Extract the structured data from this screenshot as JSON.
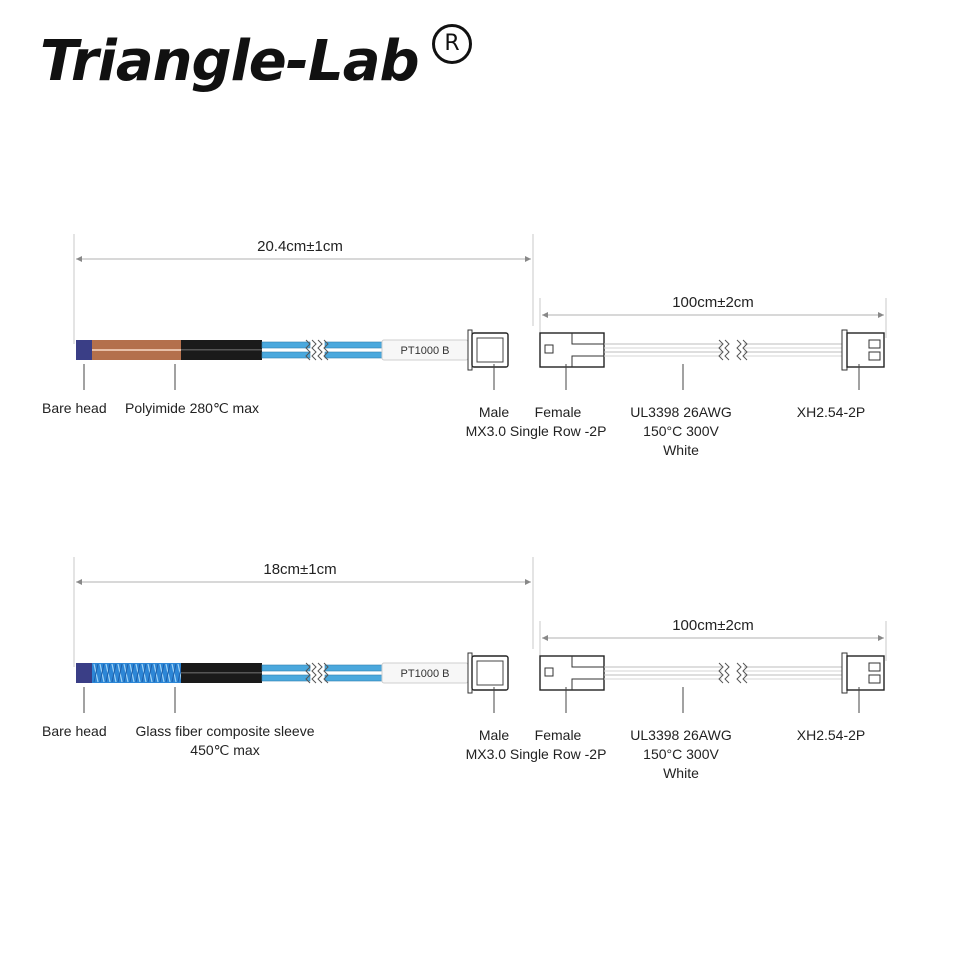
{
  "logo": {
    "text": "Triangle-Lab",
    "registered_mark": "R"
  },
  "colors": {
    "copper": "#b4704c",
    "sheath": "#1a1a1a",
    "wire_blue": "#4aa8dd",
    "braid_blue": "#2c86d6",
    "head": "#3a3e86",
    "line_grey": "#b8b8b8"
  },
  "diagrams": [
    {
      "sensor_length": "20.4cm±1cm",
      "cable_length": "100cm±2cm",
      "tube_label": "PT1000 B",
      "sleeve_type": "copper",
      "labels": {
        "bare_head": "Bare head",
        "sleeve": [
          "Polyimide  280℃ max"
        ],
        "male": [
          "Male",
          "MX3.0 Single Row -2P"
        ],
        "female": "Female",
        "wire": [
          "UL3398 26AWG",
          "150°C 300V",
          "White"
        ],
        "xh": "XH2.54-2P"
      }
    },
    {
      "sensor_length": "18cm±1cm",
      "cable_length": "100cm±2cm",
      "tube_label": "PT1000 B",
      "sleeve_type": "braid",
      "labels": {
        "bare_head": "Bare head",
        "sleeve": [
          "Glass fiber composite sleeve",
          "450℃ max"
        ],
        "male": [
          "Male",
          "MX3.0 Single Row -2P"
        ],
        "female": "Female",
        "wire": [
          "UL3398 26AWG",
          "150°C 300V",
          "White"
        ],
        "xh": "XH2.54-2P"
      }
    }
  ]
}
